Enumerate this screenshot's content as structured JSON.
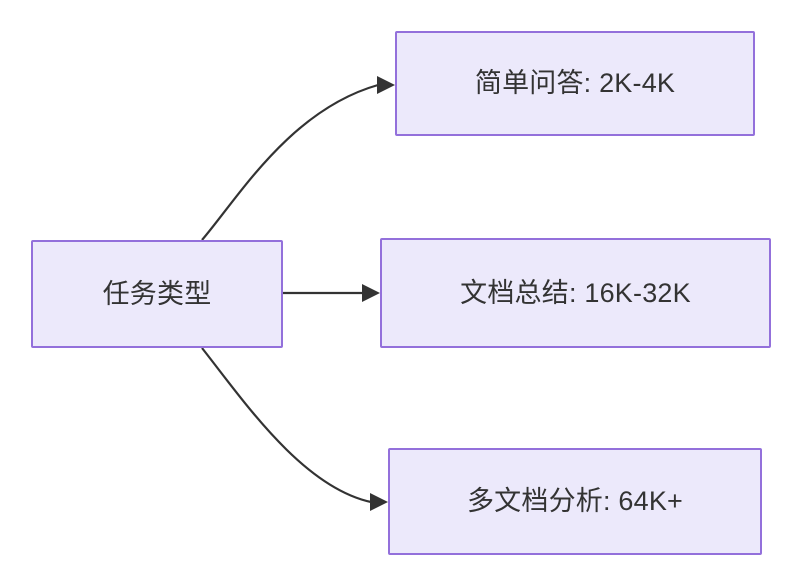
{
  "diagram": {
    "type": "flowchart",
    "direction": "left-to-right",
    "background_color": "#ffffff",
    "node_fill_color": "#ece9fb",
    "node_border_color": "#9370db",
    "text_color": "#333333",
    "edge_color": "#333333",
    "nodes": [
      {
        "id": "root",
        "label": "任务类型"
      },
      {
        "id": "simple",
        "label": "简单问答: 2K-4K"
      },
      {
        "id": "doc",
        "label": "文档总结: 16K-32K"
      },
      {
        "id": "multidoc",
        "label": "多文档分析: 64K+"
      }
    ],
    "edges": [
      {
        "from": "root",
        "to": "simple",
        "label": "",
        "style": "curved-arrow"
      },
      {
        "from": "root",
        "to": "doc",
        "label": "",
        "style": "straight-arrow"
      },
      {
        "from": "root",
        "to": "multidoc",
        "label": "",
        "style": "curved-arrow"
      }
    ]
  }
}
